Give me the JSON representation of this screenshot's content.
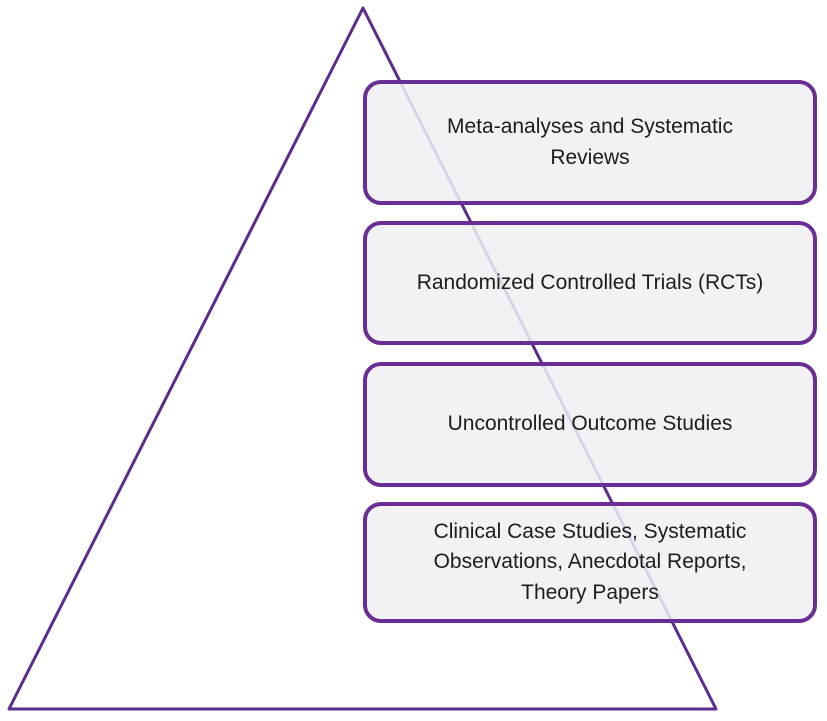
{
  "diagram": {
    "name": "hierarchy-of-evidence-pyramid",
    "type": "pyramid",
    "colors": {
      "triangle_outline": "#5B2C8E",
      "box_border": "#6A2D96",
      "box_fill": "#F0EFF2",
      "text": "#1C1C1C",
      "background": "#FFFFFF"
    },
    "levels": [
      {
        "label": "Meta-analyses and Systematic\nReviews"
      },
      {
        "label": "Randomized Controlled Trials (RCTs)"
      },
      {
        "label": "Uncontrolled Outcome Studies"
      },
      {
        "label": "Clinical Case Studies, Systematic\nObservations, Anecdotal Reports,\nTheory Papers"
      }
    ]
  }
}
